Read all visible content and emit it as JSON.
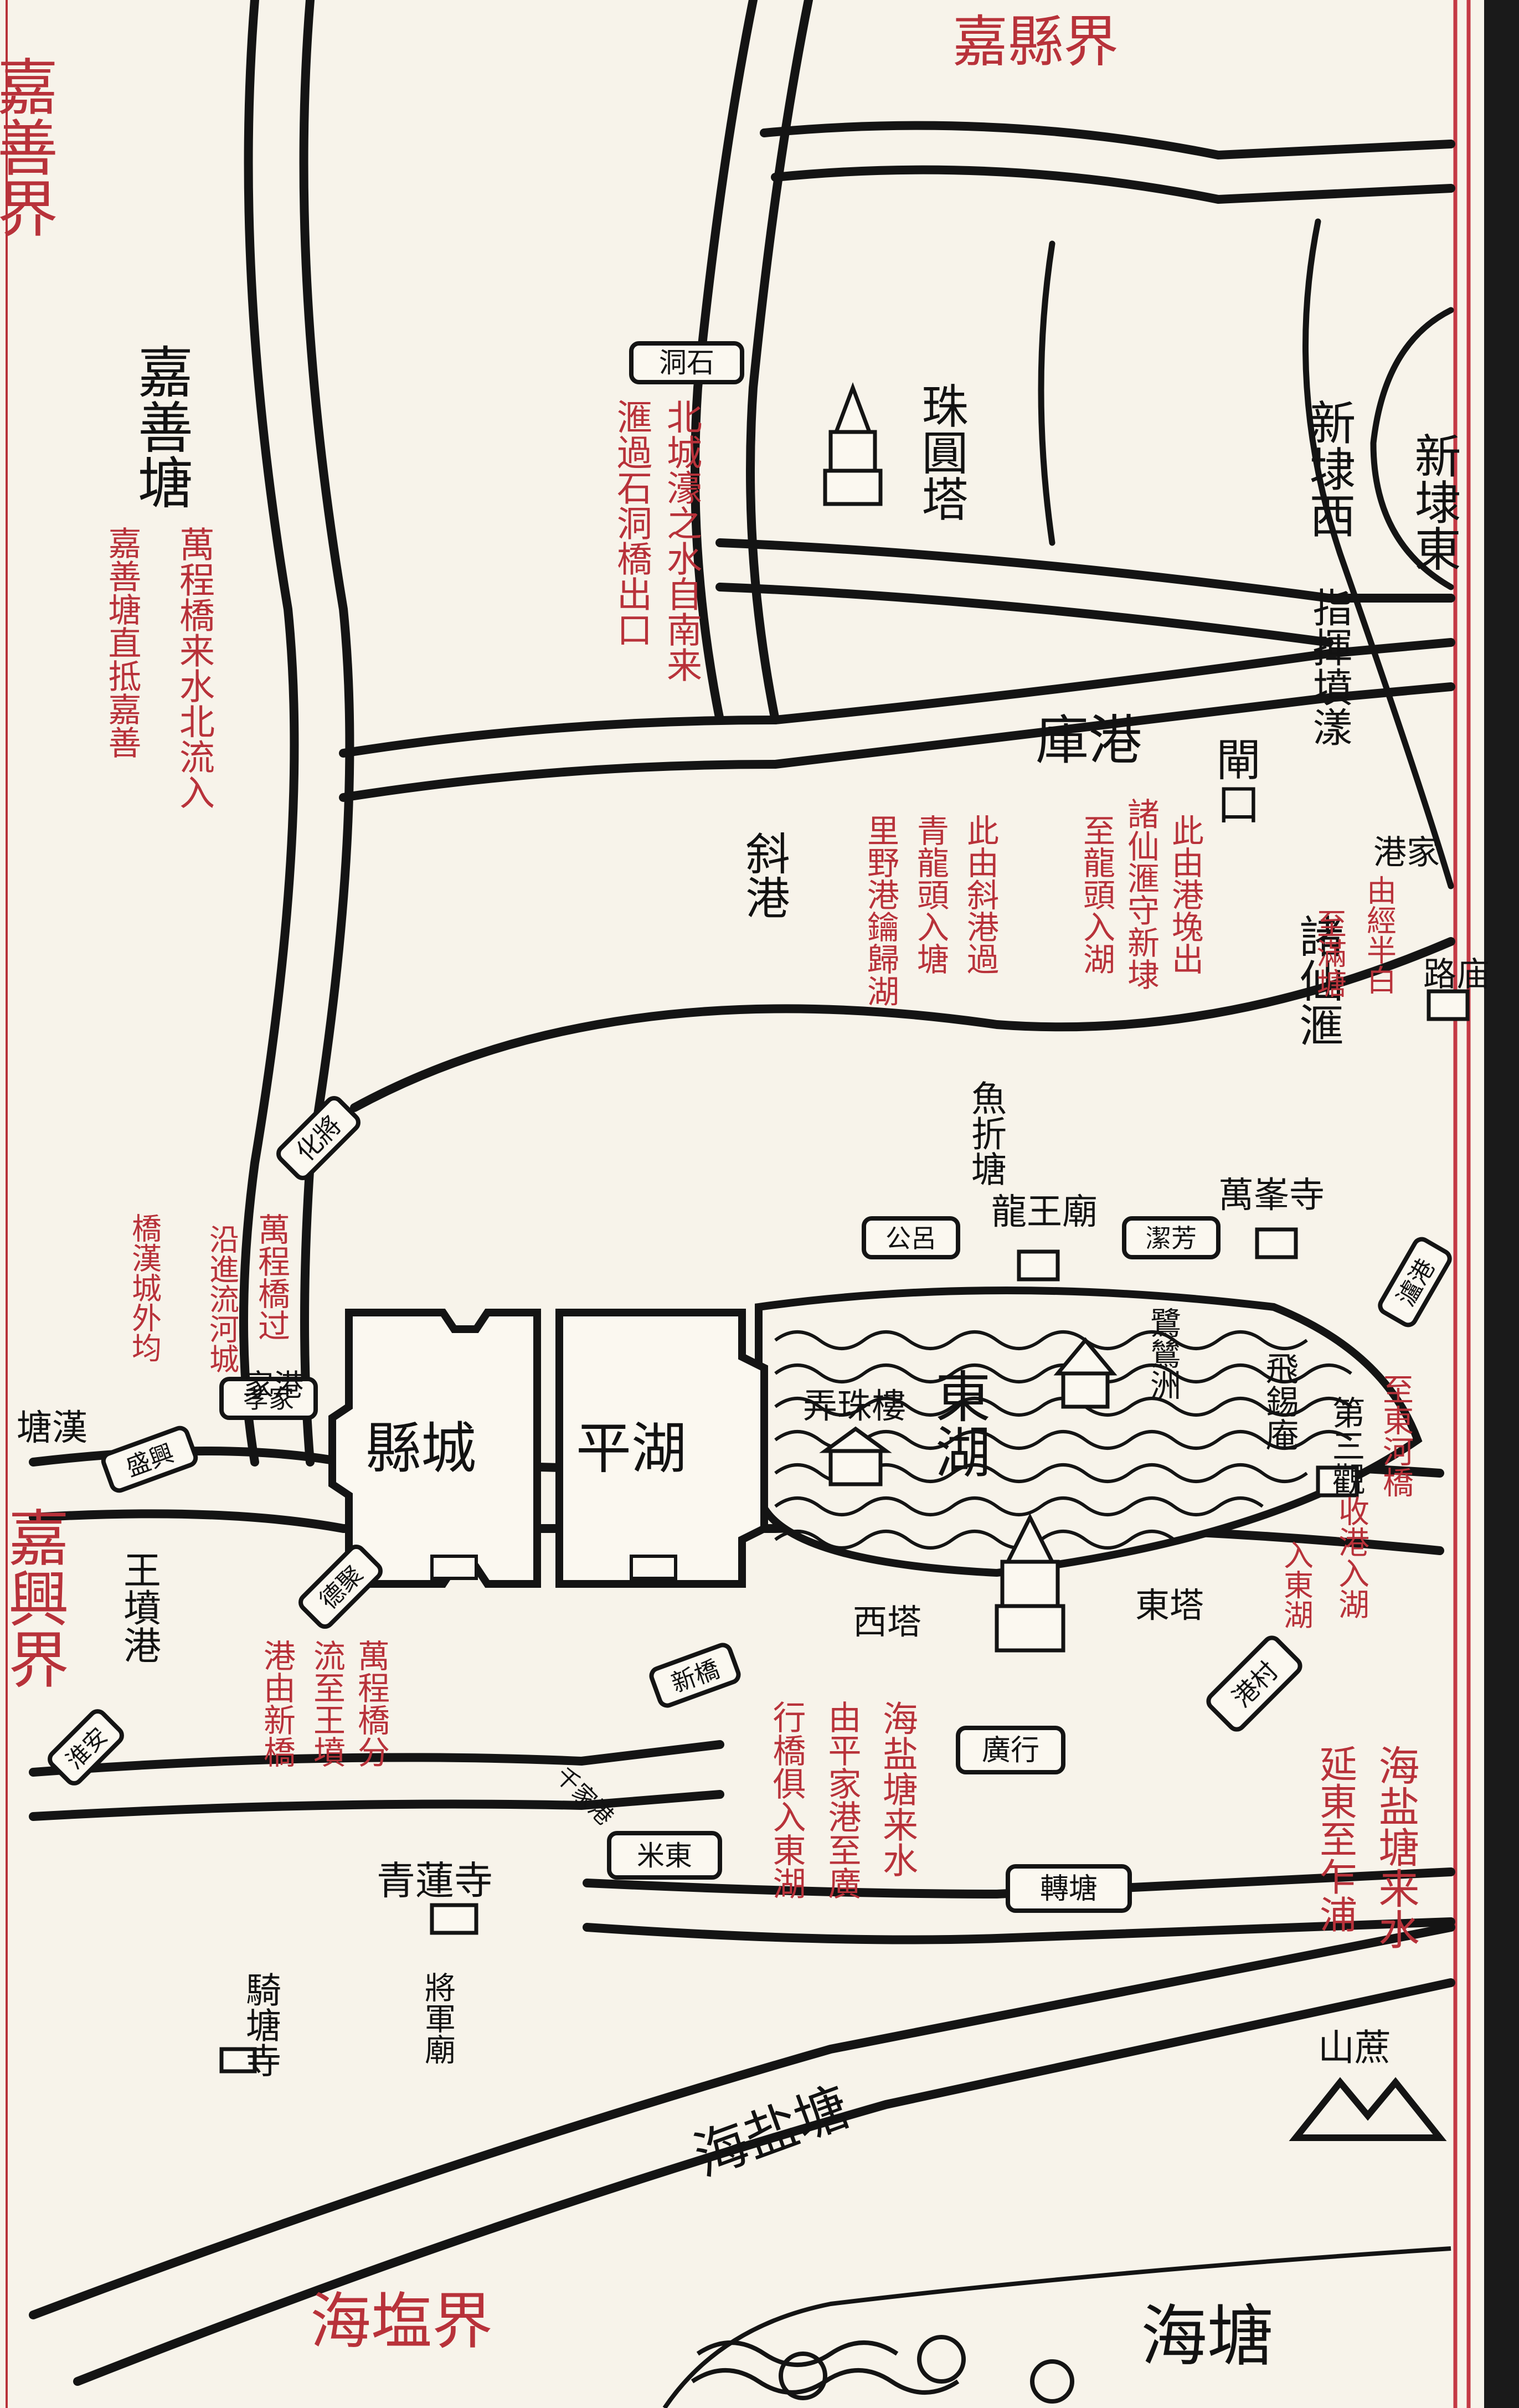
{
  "map": {
    "borders": {
      "north": "嘉縣界",
      "northwest": "嘉善界",
      "west": "嘉興界",
      "south": "海塩界",
      "east_top": "海盐塘来水"
    },
    "places": {
      "jiashan_tang": "嘉善塘",
      "zhuyuan_ta": "珠圓塔",
      "xin_dai_xi": "新埭西",
      "xin_dai_dong": "新埭東",
      "zhihui_fen_bang": "指揮墳漾",
      "ku_gang": "庫港",
      "zha_kou": "閘口",
      "xie_gang": "斜港",
      "zhuxian_hui": "諸仙滙",
      "jia_gang": "港家",
      "lu_miao": "路庙",
      "yu_zhe_tang": "魚折塘",
      "long_wang_miao": "龍王廟",
      "wan_feng_si": "萬峯寺",
      "feixi_an": "飛錫庵",
      "lu_ming_zhou": "鷺鷥洲",
      "xian_cheng": "縣城",
      "ping_hu": "平湖",
      "dong_hu": "東湖",
      "nong_zhu_lou": "弄珠樓",
      "xi_ta": "西塔",
      "dong_ta": "東塔",
      "di_san_guan": "第三觀",
      "wang_fen_gang": "王墳港",
      "qing_lian_si": "青蓮寺",
      "qi_tang_si": "騎塘寺",
      "jiang_jun_miao": "將軍廟",
      "haiyan_tang": "海盐塘",
      "hai_tang": "海塘",
      "zhe_shan": "山蔗",
      "han_tang": "塘漢",
      "zhu_jia_gang": "家港"
    },
    "bridges": {
      "shi_dong": "洞石",
      "hua_jiang": "化將",
      "gong_lv": "公呂",
      "jie_fang": "潔芳",
      "xiao_hou": "孝家",
      "guang_xing": "廣行",
      "xin_qiao": "新橋",
      "shang_mi": "米東",
      "zhuan_tang": "轉塘",
      "jin_feng": "德聚",
      "bu_jiang": "港村",
      "wang_xing": "盛興",
      "yong_jiang": "瀘港",
      "west_gate": "淮安"
    },
    "notes": {
      "n1": "北城濠之水自南来",
      "n2": "滙過石洞橋出口",
      "n3": "萬程橋来水北流入",
      "n4": "嘉善塘直抵嘉善",
      "n5": "此由港堍出",
      "n6": "諸仙滙守新埭",
      "n7": "至龍頭入湖",
      "n8": "此由斜港過",
      "n9": "青龍頭入塘",
      "n10": "里野港鑰歸湖",
      "n11": "萬程橋过",
      "n12": "沿進流河城",
      "n13": "橋漢城外均",
      "n14": "萬程橋分",
      "n15": "流至王墳",
      "n16": "港由新橋",
      "n17": "海盐塘来水",
      "n18": "由平家港至廣",
      "n19": "行橋俱入東湖",
      "n20": "延東至乍浦",
      "n21": "至東河橋",
      "n22": "收港入湖",
      "n23": "入東湖",
      "n24": "由經半白",
      "n25": "千家港",
      "n26": "至滿塘"
    },
    "colors": {
      "ink": "#141414",
      "red_ink": "#b8323a",
      "paper": "#f7f3ea",
      "frame": "#c43a45"
    }
  }
}
